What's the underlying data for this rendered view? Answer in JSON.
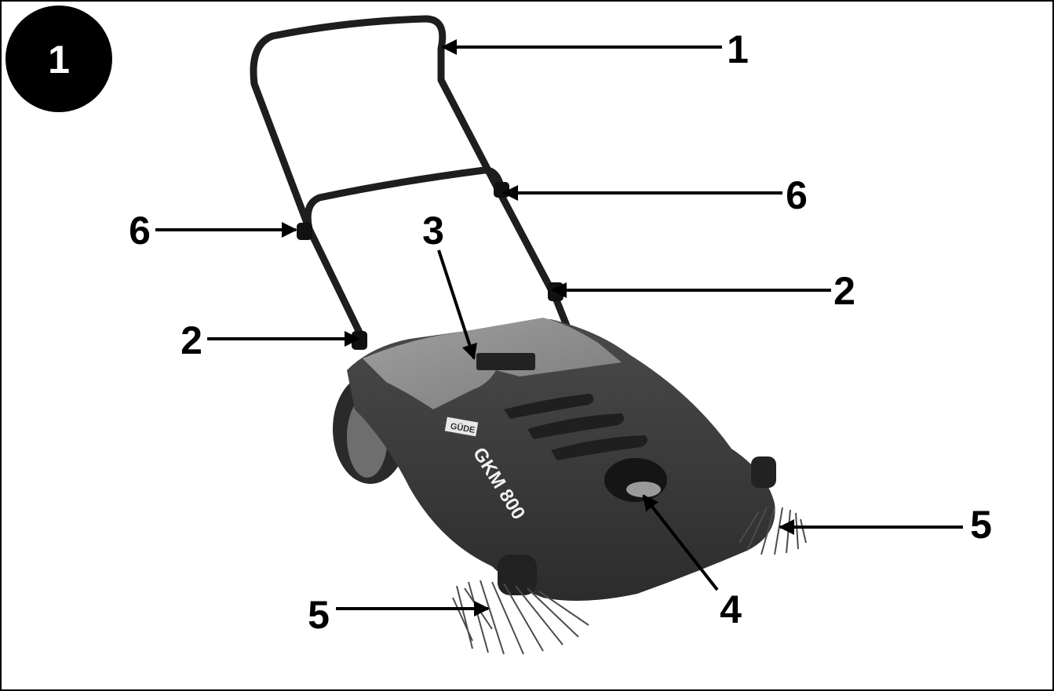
{
  "figure": {
    "badge": "1",
    "brand": "GÜDE",
    "model": "GKM 800"
  },
  "callouts": [
    {
      "id": "c1",
      "label": "1"
    },
    {
      "id": "c6r",
      "label": "6"
    },
    {
      "id": "c6l",
      "label": "6"
    },
    {
      "id": "c3",
      "label": "3"
    },
    {
      "id": "c2r",
      "label": "2"
    },
    {
      "id": "c2l",
      "label": "2"
    },
    {
      "id": "c5r",
      "label": "5"
    },
    {
      "id": "c4",
      "label": "4"
    },
    {
      "id": "c5l",
      "label": "5"
    }
  ],
  "colors": {
    "badge_fill": "#000000",
    "body": "#3c3c3c",
    "cover": "#8e8e8e",
    "frame": "#1e1e1e"
  }
}
